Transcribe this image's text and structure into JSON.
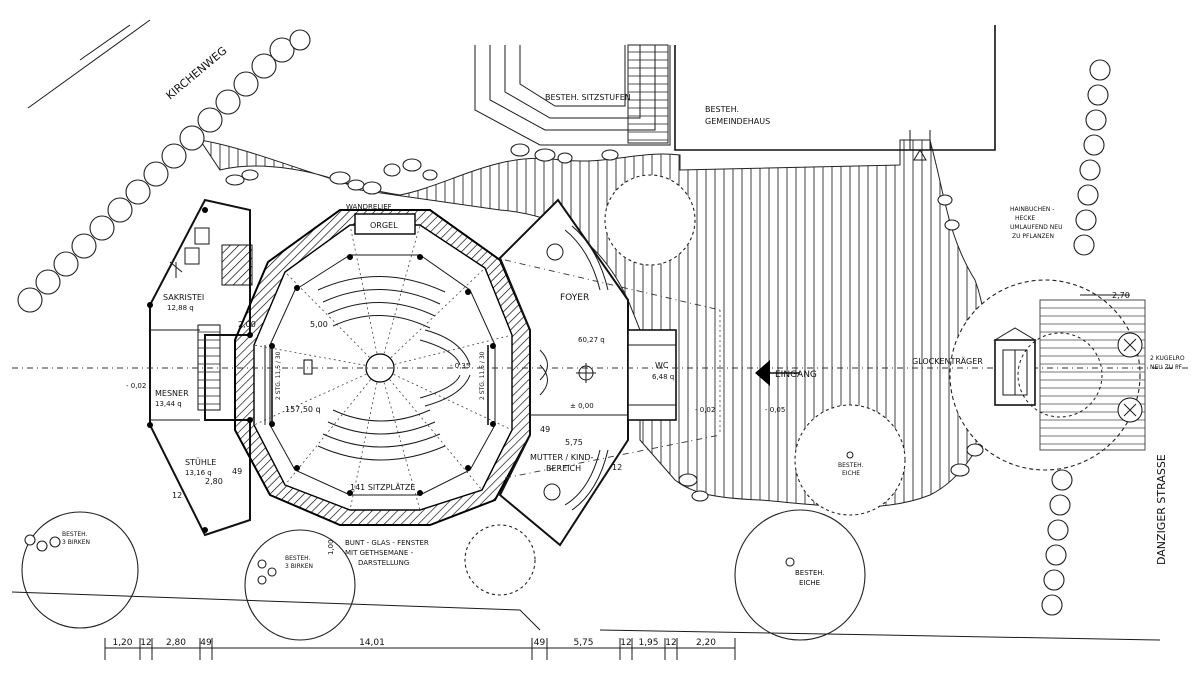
{
  "streets": {
    "kirchenweg": "KIRCHENWEG",
    "danziger_strasse": "DANZIGER STRASSE"
  },
  "existing": {
    "sitzstufen": "BESTEH. SITZSTUFEN",
    "gemeindehaus_line1": "BESTEH.",
    "gemeindehaus_line2": "GEMEINDEHAUS",
    "birken_left_1": "BESTEH.",
    "birken_left_2": "3 BIRKEN",
    "birken_mid_1": "BESTEH.",
    "birken_mid_2": "3 BIRKEN",
    "eiche_small_1": "BESTEH.",
    "eiche_small_2": "EICHE",
    "eiche_big_1": "BESTEH.",
    "eiche_big_2": "EICHE"
  },
  "rooms": {
    "wandrelief": "WANDRELIEF",
    "orgel": "ORGEL",
    "sakristei": "SAKRISTEI",
    "sakristei_area": "12,88 q",
    "mesner": "MESNER",
    "mesner_area": "13,44 q",
    "stuehle": "STÜHLE",
    "stuehle_area": "13,16 q",
    "foyer": "FOYER",
    "foyer_area": "60,27 q",
    "wc": "WC",
    "wc_area": "6,48 q",
    "mutter_kind_1": "MUTTER / KIND-",
    "mutter_kind_2": "BEREICH",
    "nave_area": "157,50 q",
    "sitzplaetze": "141 SITZPLÄTZE",
    "glasfenster_1": "BUNT - GLAS - FENSTER",
    "glasfenster_2": "MIT  GETHSEMANE -",
    "glasfenster_3": "DARSTELLUNG",
    "eingang": "EINGANG",
    "glockentraeger": "GLOCKENTRÄGER",
    "hainbuchen_1": "HAINBUCHEN -",
    "hainbuchen_2": "HECKE",
    "hainbuchen_3": "UMLAUFEND NEU",
    "hainbuchen_4": "ZU  PFLANZEN",
    "kugelrobinien_1": "2 KUGELRO",
    "kugelrobinien_2": "NEU ZU PF",
    "stufen_left": "2 STG. 11,5 / 30",
    "stufen_right": "2 STG. 11,5 / 30"
  },
  "levels": {
    "mesner_level": "- 0,02",
    "nave_level": "- 0,35",
    "foyer_level": "± 0,00",
    "outside_level_1": "- 0,02",
    "outside_level_2": "- 0,05"
  },
  "inner_dims": {
    "d200": "2,00",
    "d500": "5,00",
    "d280": "2,80",
    "d49a": "49",
    "d12a": "12",
    "d575": "5,75",
    "d49b": "49",
    "d12b": "12",
    "d270": "2,70",
    "d100": "1,00"
  },
  "dimension_chain": [
    "1,20",
    "12",
    "2,80",
    "49",
    "14,01",
    "49",
    "5,75",
    "12",
    "1,95",
    "12",
    "2,20"
  ]
}
